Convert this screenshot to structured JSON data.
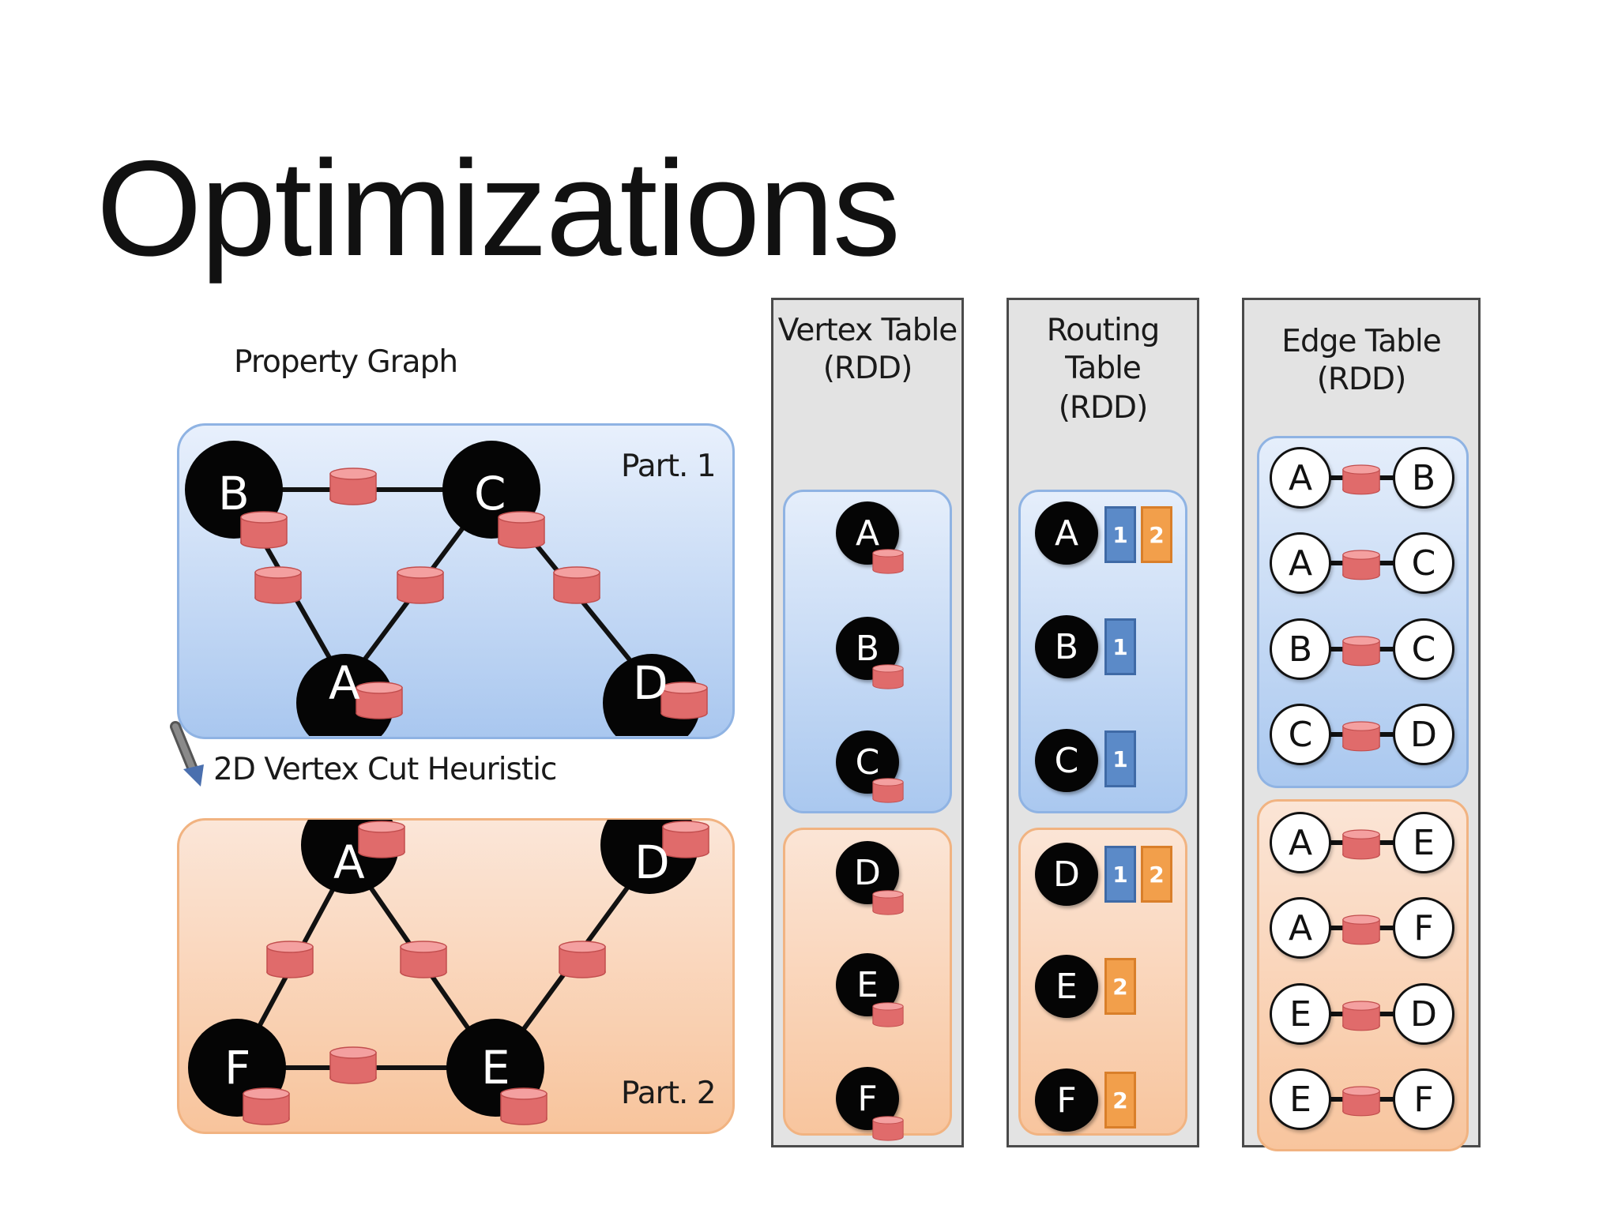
{
  "slide": {
    "title": "Optimizations"
  },
  "graph": {
    "label": "Property Graph",
    "part1_label": "Part. 1",
    "part2_label": "Part. 2",
    "arrow_label": "2D Vertex Cut Heuristic",
    "part1_vertices": [
      "B",
      "C",
      "A",
      "D"
    ],
    "part2_vertices": [
      "A",
      "D",
      "F",
      "E"
    ]
  },
  "vertex_table": {
    "heading_line1": "Vertex Table",
    "heading_line2": "(RDD)",
    "blue_vertices": [
      "A",
      "B",
      "C"
    ],
    "orange_vertices": [
      "D",
      "E",
      "F"
    ]
  },
  "routing_table": {
    "heading_line1": "Routing",
    "heading_line2": "Table",
    "heading_line3": "(RDD)",
    "blue_rows": [
      {
        "vertex": "A",
        "parts": [
          "1",
          "2"
        ]
      },
      {
        "vertex": "B",
        "parts": [
          "1"
        ]
      },
      {
        "vertex": "C",
        "parts": [
          "1"
        ]
      }
    ],
    "orange_rows": [
      {
        "vertex": "D",
        "parts": [
          "1",
          "2"
        ]
      },
      {
        "vertex": "E",
        "parts": [
          "2"
        ]
      },
      {
        "vertex": "F",
        "parts": [
          "2"
        ]
      }
    ]
  },
  "edge_table": {
    "heading_line1": "Edge Table",
    "heading_line2": "(RDD)",
    "blue_edges": [
      {
        "src": "A",
        "dst": "B"
      },
      {
        "src": "A",
        "dst": "C"
      },
      {
        "src": "B",
        "dst": "C"
      },
      {
        "src": "C",
        "dst": "D"
      }
    ],
    "orange_edges": [
      {
        "src": "A",
        "dst": "E"
      },
      {
        "src": "A",
        "dst": "F"
      },
      {
        "src": "E",
        "dst": "D"
      },
      {
        "src": "E",
        "dst": "F"
      }
    ]
  },
  "colors": {
    "partition1": "#a9c7ef",
    "partition2": "#f8c49c",
    "property_cylinder": "#e06b6b",
    "badge1": "#5b8ac8",
    "badge2": "#f29f4b"
  }
}
